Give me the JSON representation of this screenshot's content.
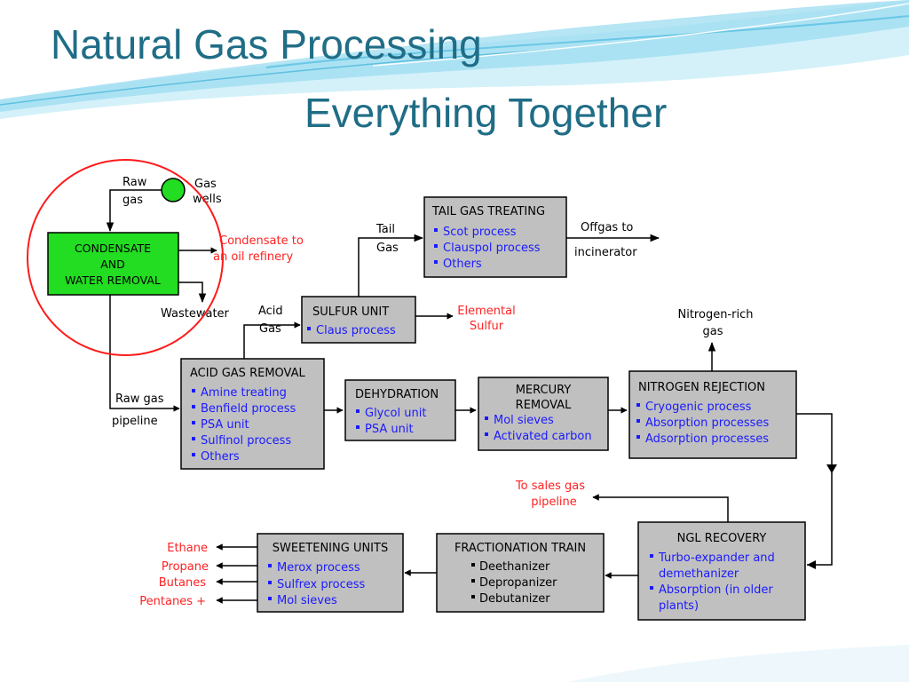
{
  "slide": {
    "title_line1": "Natural Gas Processing",
    "title_line2": "Everything Together"
  },
  "colors": {
    "title": "#1f6d86",
    "box_fill": "#c0c0c0",
    "condensate_box_fill": "#22dd22",
    "list_text": "#1a1aff",
    "output_text": "#ff2222",
    "highlight_circle": "#ff1a1a",
    "wave": "#8fd6ee"
  },
  "boxes": {
    "condensate": {
      "title_lines": [
        "CONDENSATE",
        "AND",
        "WATER REMOVAL"
      ],
      "items": []
    },
    "tail_gas": {
      "title_lines": [
        "TAIL GAS TREATING"
      ],
      "items": [
        "Scot process",
        "Clauspol process",
        "Others"
      ]
    },
    "sulfur": {
      "title_lines": [
        "SULFUR UNIT"
      ],
      "items": [
        "Claus process"
      ]
    },
    "acid_gas": {
      "title_lines": [
        "ACID GAS REMOVAL"
      ],
      "items": [
        "Amine treating",
        "Benfield process",
        "PSA unit",
        "Sulfinol process",
        "Others"
      ]
    },
    "dehydration": {
      "title_lines": [
        "DEHYDRATION"
      ],
      "items": [
        "Glycol unit",
        "PSA unit"
      ]
    },
    "mercury": {
      "title_lines": [
        "MERCURY",
        "REMOVAL"
      ],
      "items": [
        "Mol sieves",
        "Activated carbon"
      ]
    },
    "nitrogen": {
      "title_lines": [
        "NITROGEN REJECTION"
      ],
      "items": [
        "Cryogenic process",
        "Absorption processes",
        "Adsorption processes"
      ]
    },
    "ngl": {
      "title_lines": [
        "NGL RECOVERY"
      ],
      "items": [
        "Turbo-expander and",
        "demethanizer",
        "Absorption (in older",
        "plants)"
      ]
    },
    "fractionation": {
      "title_lines": [
        "FRACTIONATION TRAIN"
      ],
      "items": [
        "Deethanizer",
        "Depropanizer",
        "Debutanizer"
      ]
    },
    "sweetening": {
      "title_lines": [
        "SWEETENING UNITS"
      ],
      "items": [
        "Merox process",
        "Sulfrex process",
        "Mol sieves"
      ]
    }
  },
  "labels": {
    "raw_gas_1": "Raw",
    "raw_gas_2": "gas",
    "gas_wells_1": "Gas",
    "gas_wells_2": "wells",
    "wastewater": "Wastewater",
    "raw_gas_pipeline_1": "Raw gas",
    "raw_gas_pipeline_2": "pipeline",
    "acid_gas_1": "Acid",
    "acid_gas_2": "Gas",
    "tail_gas_1": "Tail",
    "tail_gas_2": "Gas",
    "offgas_1": "Offgas to",
    "offgas_2": "incinerator",
    "nitrogen_rich_1": "Nitrogen-rich",
    "nitrogen_rich_2": "gas"
  },
  "outputs": {
    "condensate_1": "Condensate to",
    "condensate_2": "an oil refinery",
    "elemental_1": "Elemental",
    "elemental_2": "Sulfur",
    "sales_1": "To sales gas",
    "sales_2": "pipeline",
    "ethane": "Ethane",
    "propane": "Propane",
    "butanes": "Butanes",
    "pentanes": "Pentanes +"
  }
}
